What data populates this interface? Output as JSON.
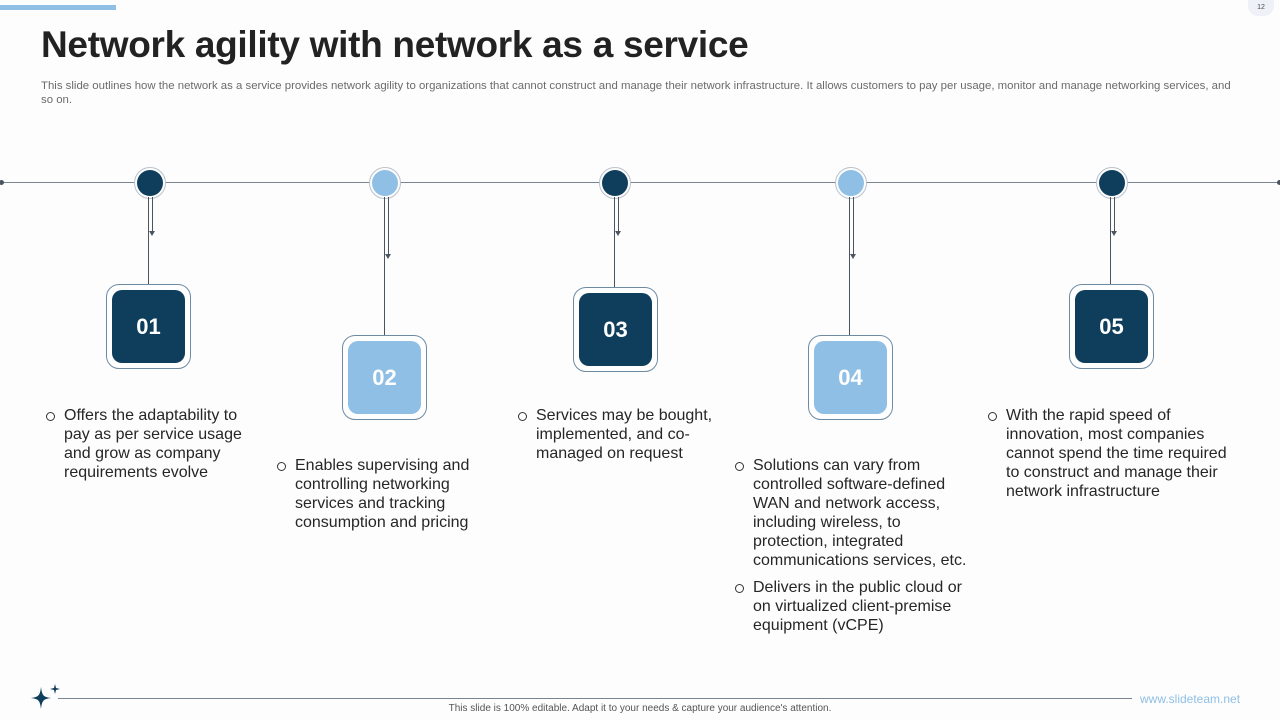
{
  "slide": {
    "page_number": "12",
    "title": "Network agility with network as a service",
    "subtitle": "This slide outlines how the network as a service provides network agility to organizations that cannot construct and manage their network infrastructure. It allows customers to pay per usage, monitor and manage networking services, and so on."
  },
  "steps": [
    {
      "number": "01",
      "bullets": [
        "Offers the adaptability to pay as per service usage and grow as company requirements evolve"
      ]
    },
    {
      "number": "02",
      "bullets": [
        "Enables supervising and controlling networking services and tracking consumption and pricing"
      ]
    },
    {
      "number": "03",
      "bullets": [
        "Services may be bought, implemented, and co-managed on request"
      ]
    },
    {
      "number": "04",
      "bullets": [
        "Solutions can vary from controlled software-defined WAN and network access, including wireless, to protection, integrated communications services, etc.",
        "Delivers in the public cloud or on virtualized client-premise equipment (vCPE)"
      ]
    },
    {
      "number": "05",
      "bullets": [
        "With the rapid speed of innovation, most companies cannot spend the time required to construct and manage their network infrastructure"
      ]
    }
  ],
  "footer": {
    "note": "This slide is 100% editable.  Adapt it to your needs & capture your audience's attention.",
    "url": "www.slideteam.net"
  },
  "colors": {
    "dark_accent": "#0f3d5c",
    "light_accent": "#8fbfe4",
    "timeline": "#7a8591"
  }
}
